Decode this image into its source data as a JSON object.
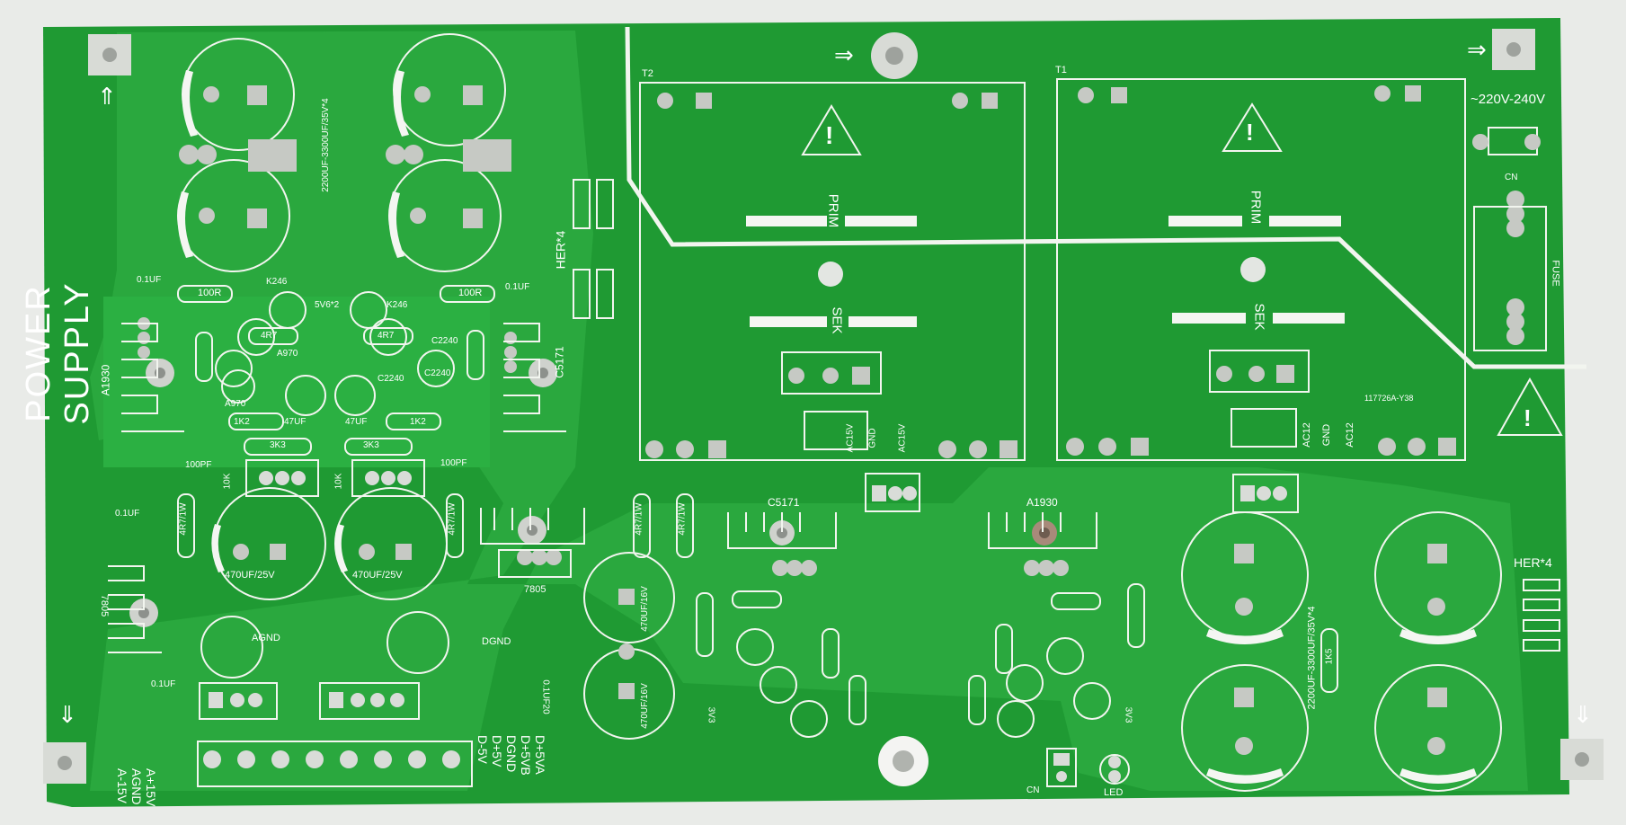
{
  "board": {
    "title": "POWER SUPPLY",
    "colors": {
      "background": "#e9ebe8",
      "board": "#1f9a33",
      "copper": "#2fb146",
      "silk": "#ffffff",
      "pad": "#c9ccc8"
    }
  },
  "labels": {
    "t1": "T1",
    "t2": "T2",
    "prim": "PRIM",
    "sek": "SEK",
    "mains": "~220V-240V",
    "fuse": "FUSE",
    "cn": "CN",
    "big_caps": "2200UF-3300UF/35V*4",
    "hers": "HER*4",
    "cap_01": "0.1UF",
    "res_100r": "100R",
    "k246": "K246",
    "zener": "5V6*2",
    "r4r7": "4R7",
    "c2240": "C2240",
    "a970": "A970",
    "a1930": "A1930",
    "c5171": "C5171",
    "r1k2": "1K2",
    "r3k3": "3K3",
    "c47uf": "47UF",
    "r10k": "10K",
    "c100pf": "100PF",
    "c470": "470UF/25V",
    "r4r71w": "4R7/1W",
    "reg7805": "7805",
    "agnd": "AGND",
    "dgnd": "DGND",
    "c470_16": "470UF/16V",
    "ac15v": "AC15V",
    "gnd": "GND",
    "ac12": "AC12",
    "r1k5": "1K5",
    "led": "LED",
    "code": "117726A-Y38",
    "uf20": "0.1UF20",
    "v3v3": "3V3",
    "arrow_in": "⇒",
    "arrow_down": "⇓",
    "arrow_up": "⇑"
  },
  "terminals": [
    "A+15V",
    "AGND",
    "A-15V",
    "D-5V",
    "D+5V",
    "DGND",
    "D+5VB",
    "D+5VA"
  ]
}
